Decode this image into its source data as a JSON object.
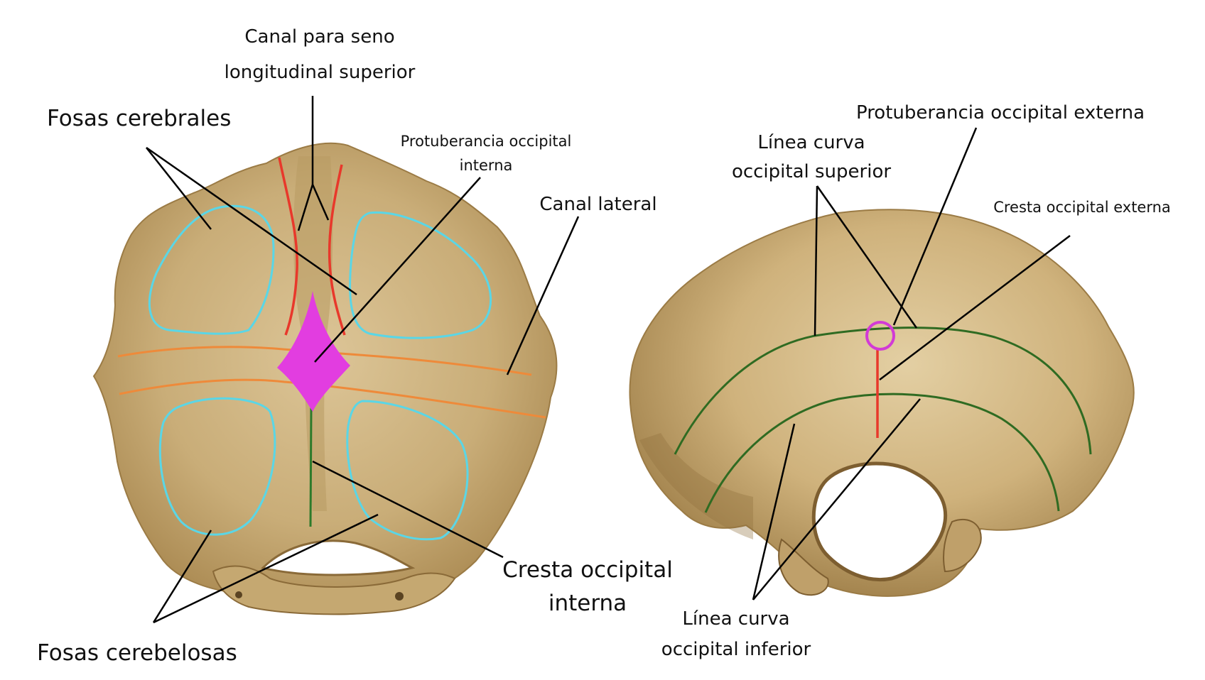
{
  "labels": {
    "canal_seno_line1": "Canal para seno",
    "canal_seno_line2": "longitudinal superior",
    "fosas_cerebrales": "Fosas cerebrales",
    "protuberancia_interna_line1": "Protuberancia occipital",
    "protuberancia_interna_line2": "interna",
    "canal_lateral": "Canal lateral",
    "cresta_interna_line1": "Cresta occipital",
    "cresta_interna_line2": "interna",
    "fosas_cerebelosas": "Fosas cerebelosas",
    "protuberancia_externa": "Protuberancia occipital externa",
    "linea_superior_line1": "Línea curva",
    "linea_superior_line2": "occipital superior",
    "cresta_externa": "Cresta occipital externa",
    "linea_inferior_line1": "Línea curva",
    "linea_inferior_line2": "occipital inferior"
  },
  "colors": {
    "bone": "#d7bf8e",
    "bone_shade": "#a8874f",
    "fossa_outline": "#5ad6e6",
    "sinus_canal": "#e8382b",
    "lateral_canal": "#ee8a3a",
    "internal_protuberance": "#e23de0",
    "internal_crest": "#2d7a2a",
    "nuchal_lines": "#2f6b22",
    "external_protuberance": "#d23ad6",
    "external_crest": "#e8382b",
    "leader_lines": "#000000"
  }
}
